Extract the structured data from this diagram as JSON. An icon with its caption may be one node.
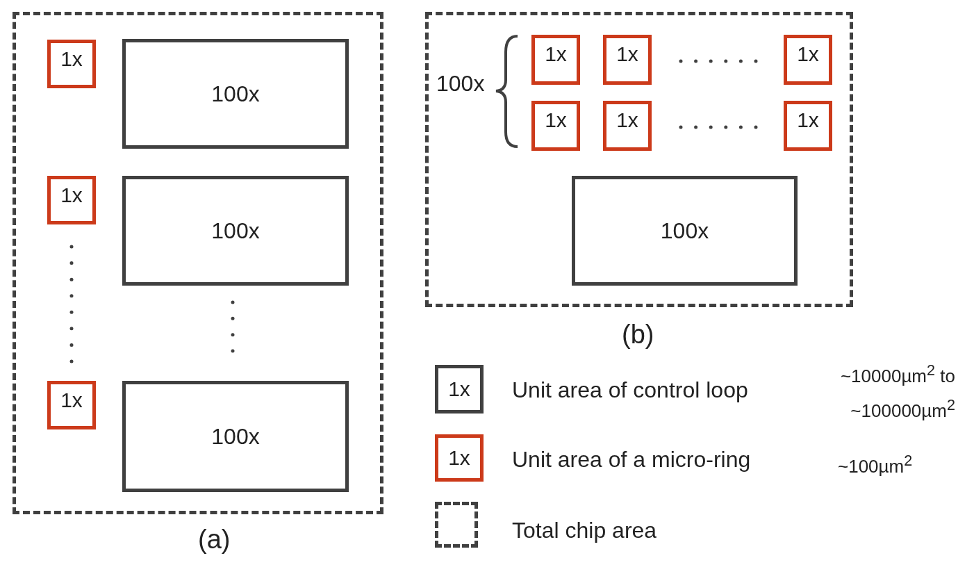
{
  "diagram": {
    "nodes": [
      {
        "text": [],
        "shape": "box",
        "beside": [
          "(a)"
        ]
      },
      {
        "text": [
          "1x"
        ],
        "in": 0
      },
      {
        "text": [
          "100x"
        ],
        "in": 0
      },
      {
        "text": [
          "1x"
        ],
        "in": 0
      },
      {
        "text": [
          "100x"
        ],
        "in": 0
      },
      {
        "text": [
          "1x"
        ],
        "in": 0
      },
      {
        "text": [
          "100x"
        ],
        "in": 0
      },
      {
        "text": [],
        "shape": "box",
        "beside": [
          "(b)"
        ]
      },
      {
        "text": [
          "1x"
        ],
        "in": 7
      },
      {
        "text": [
          "1x"
        ],
        "in": 7
      },
      {
        "text": [
          "1x"
        ],
        "in": 7
      },
      {
        "text": [
          "1x"
        ],
        "in": 7
      },
      {
        "text": [
          "1x"
        ],
        "in": 7
      },
      {
        "text": [
          "1x"
        ],
        "in": 7
      },
      {
        "text": [
          "100x"
        ],
        "in": 7
      }
    ],
    "edges": [],
    "labels": [
      "100x",
      "1x",
      "~10000µm$^{2}$ to ~100000µm$^{2}$",
      "1x",
      "~100µm$^{2}$"
    ],
    "legend": [
      {
        "text": "Unit area of control loop"
      },
      {
        "text": "Unit area of a micro-ring"
      },
      {
        "text": "Total chip area"
      }
    ]
  }
}
